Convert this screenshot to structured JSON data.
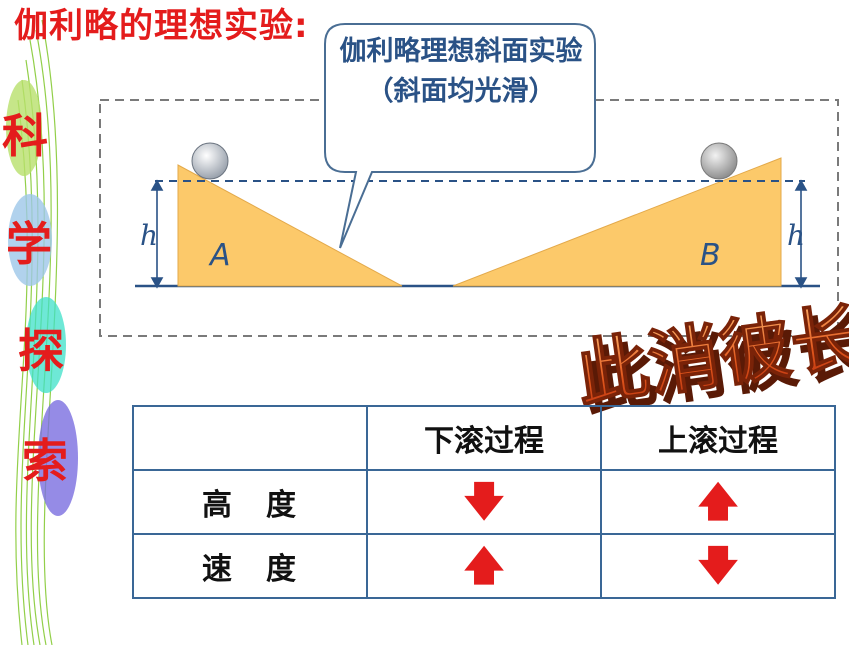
{
  "title": "伽利略的理想实验:",
  "side_chars": [
    "科",
    "学",
    "探",
    "索"
  ],
  "callout": "伽利略理想斜面实验（斜面均光滑）",
  "diagram": {
    "label_a": "A",
    "label_b": "B",
    "height_label": "h"
  },
  "slogan": "此消彼长",
  "table": {
    "headers": [
      "",
      "下滚过程",
      "上滚过程"
    ],
    "rows": [
      {
        "label": "高　度",
        "down": "down-arrow-icon",
        "up": "up-arrow-icon"
      },
      {
        "label": "速　度",
        "down": "up-arrow-icon",
        "up": "down-arrow-icon"
      }
    ]
  },
  "colors": {
    "accent_red": "#e41c1c",
    "ramp_fill": "#fcc96a",
    "frame_blue": "#2a5286"
  }
}
